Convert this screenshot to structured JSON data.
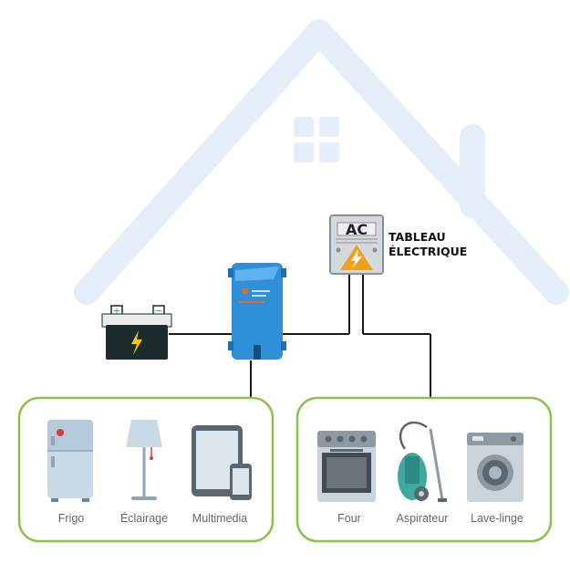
{
  "panel": {
    "box_label": "AC",
    "title_line1": "TABLEAU",
    "title_line2": "ÉLECTRIQUE"
  },
  "groups": {
    "dc": {
      "items": [
        "Frigo",
        "Éclairage",
        "Multimedia"
      ]
    },
    "ac": {
      "items": [
        "Four",
        "Aspirateur",
        "Lave-linge"
      ]
    }
  },
  "colors": {
    "house": "#e5eef9",
    "group_border": "#8dc24a",
    "inverter": "#2f8fd8",
    "battery": "#1c2b2b",
    "bolt": "#f5c518",
    "wire": "#1a1a1a"
  },
  "icons": {
    "battery": "battery-icon",
    "inverter": "inverter-icon",
    "panel": "electrical-panel-icon"
  }
}
